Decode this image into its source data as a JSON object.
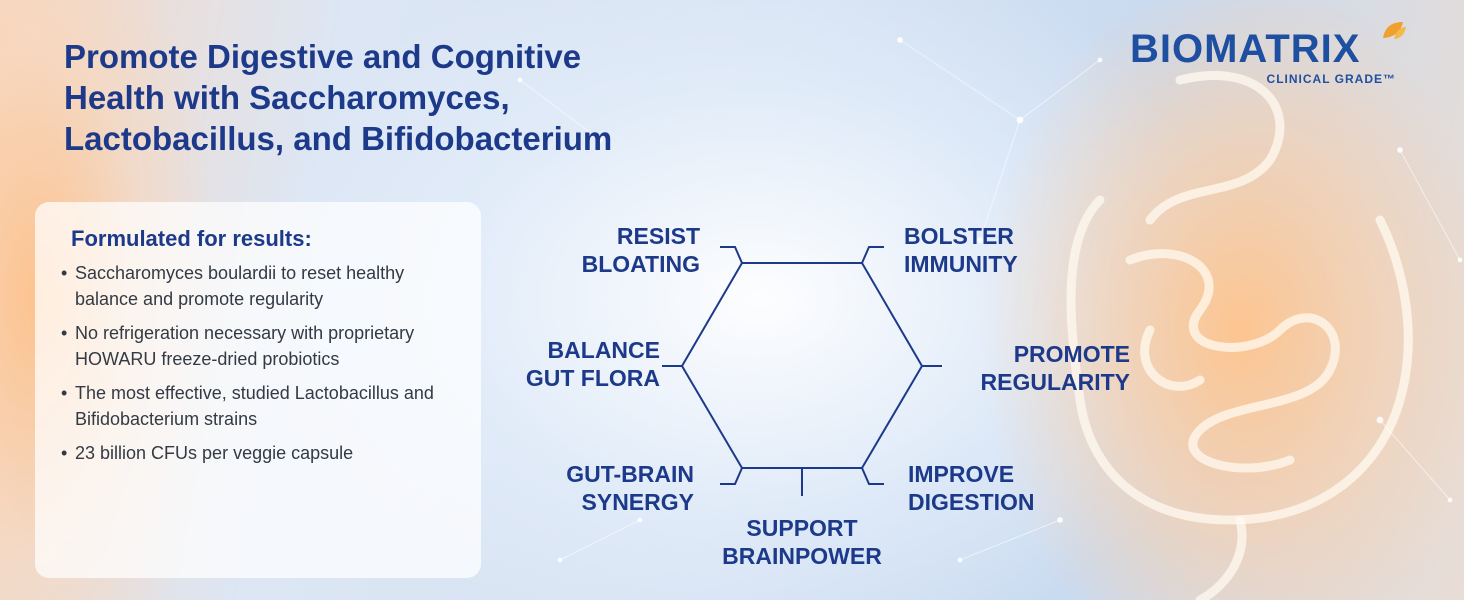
{
  "headline": {
    "line1": "Promote Digestive and Cognitive",
    "line2": "Health with Saccharomyces,",
    "line3": "Lactobacillus, and Bifidobacterium"
  },
  "logo": {
    "word": "BIOMATRIX",
    "tagline": "CLINICAL GRADE™"
  },
  "card": {
    "title": "Formulated for results:",
    "bullets": [
      "Saccharomyces boulardii to reset healthy balance and promote regularity",
      "No refrigeration necessary with proprietary HOWARU freeze-dried probiotics",
      "The most effective, studied Lactobacillus and Bifidobacterium strains",
      "23 billion CFUs per veggie capsule"
    ]
  },
  "benefits": {
    "resist_bloating": {
      "line1": "RESIST",
      "line2": "BLOATING"
    },
    "bolster_immunity": {
      "line1": "BOLSTER",
      "line2": "IMMUNITY"
    },
    "balance_gut_flora": {
      "line1": "BALANCE",
      "line2": "GUT FLORA"
    },
    "promote_regularity": {
      "line1": "PROMOTE",
      "line2": "REGULARITY"
    },
    "gut_brain_synergy": {
      "line1": "GUT-BRAIN",
      "line2": "SYNERGY"
    },
    "improve_digestion": {
      "line1": "IMPROVE",
      "line2": "DIGESTION"
    },
    "support_brainpower": {
      "line1": "SUPPORT",
      "line2": "BRAINPOWER"
    }
  },
  "colors": {
    "brand_blue": "#1d3a8a",
    "logo_blue": "#1f4fa0",
    "leaf_orange": "#f0a030",
    "body_text": "#333a44"
  },
  "icons": {
    "logo_mark": "leaf-icon",
    "background_art": "intestine-illustration"
  }
}
